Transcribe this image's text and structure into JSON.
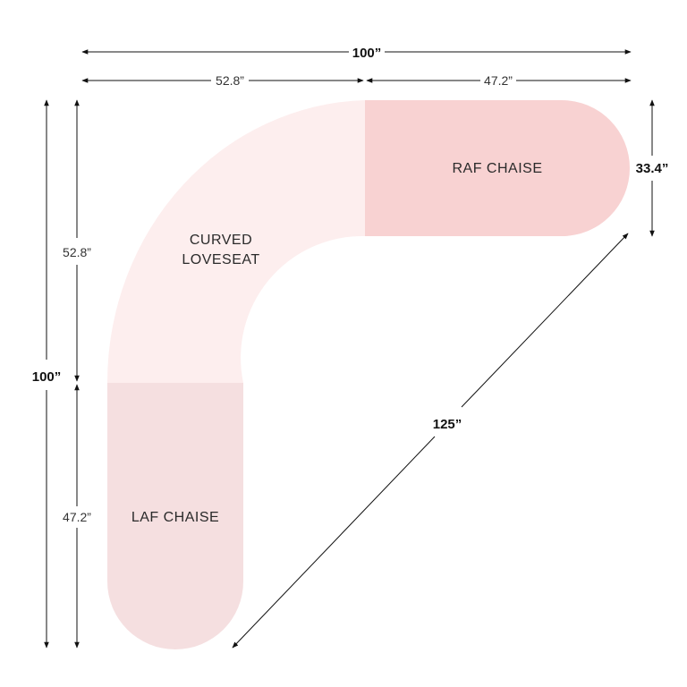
{
  "colors": {
    "loveseat": "#fdeeee",
    "raf_chaise": "#f8d2d2",
    "laf_chaise": "#f5dfe0",
    "lines": "#111111"
  },
  "pieces": {
    "curved_loveseat": {
      "line1": "CURVED",
      "line2": "LOVESEAT"
    },
    "raf_chaise": {
      "label": "RAF CHAISE"
    },
    "laf_chaise": {
      "label": "LAF CHAISE"
    }
  },
  "dimensions": {
    "overall_width": "100”",
    "loveseat_width": "52.8”",
    "raf_width": "47.2”",
    "overall_height": "100”",
    "loveseat_height": "52.8”",
    "laf_height": "47.2”",
    "depth": "33.4”",
    "diagonal": "125”"
  }
}
